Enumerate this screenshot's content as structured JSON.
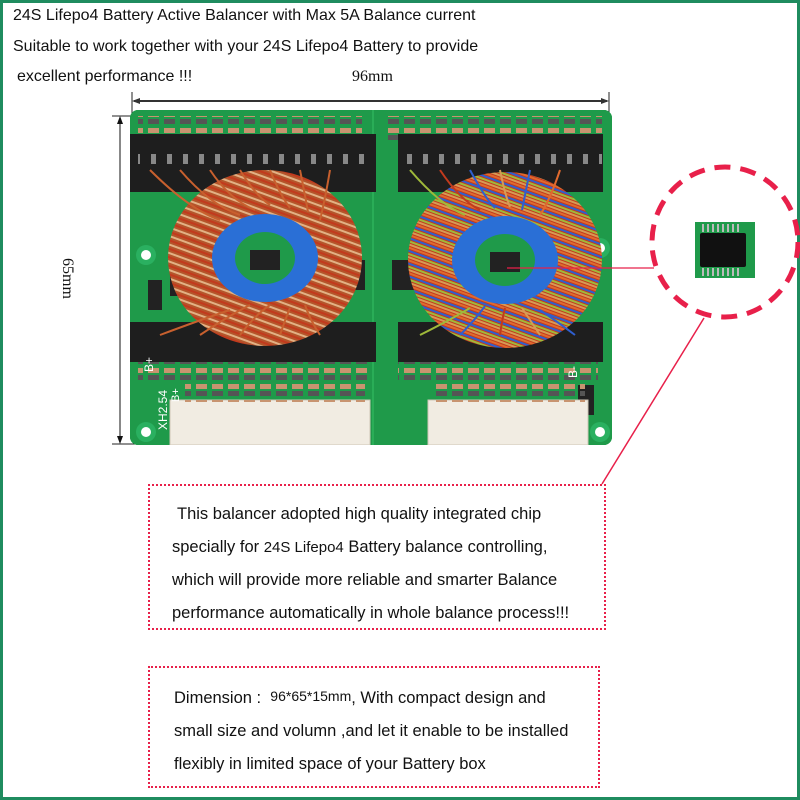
{
  "header": {
    "line1": "24S Lifepo4 Battery Active Balancer with Max 5A Balance current",
    "line2": "Suitable to work together with your 24S Lifepo4 Battery to provide",
    "line3": "excellent performance !!!"
  },
  "dimensions": {
    "width_label": "96mm",
    "height_label": "65mm"
  },
  "board": {
    "silkscreen_left_top": "B+",
    "silkscreen_left_connector": "XH2.54",
    "silkscreen_left_b": "B+",
    "silkscreen_right": "B-"
  },
  "callout1": {
    "line1": "This balancer adopted high quality integrated chip",
    "line2_pre": "specially for ",
    "line2_product": "24S Lifepo4",
    "line2_post": " Battery balance controlling,",
    "line3": "which will provide more reliable and smarter Balance",
    "line4": "performance automatically in whole balance process!!!"
  },
  "callout2": {
    "label": "Dimension :",
    "size": "96*65*15mm",
    "line1_post": ", With compact design and",
    "line2": "small size and volumn ,and let it enable to be installed",
    "line3": "flexibly in limited space of your Battery box"
  },
  "colors": {
    "frame": "#1f8c5f",
    "pcb": "#1f9a4a",
    "callout": "#e8204a",
    "toroid_core": "#2a6fd6",
    "copper": "#b8542a"
  }
}
